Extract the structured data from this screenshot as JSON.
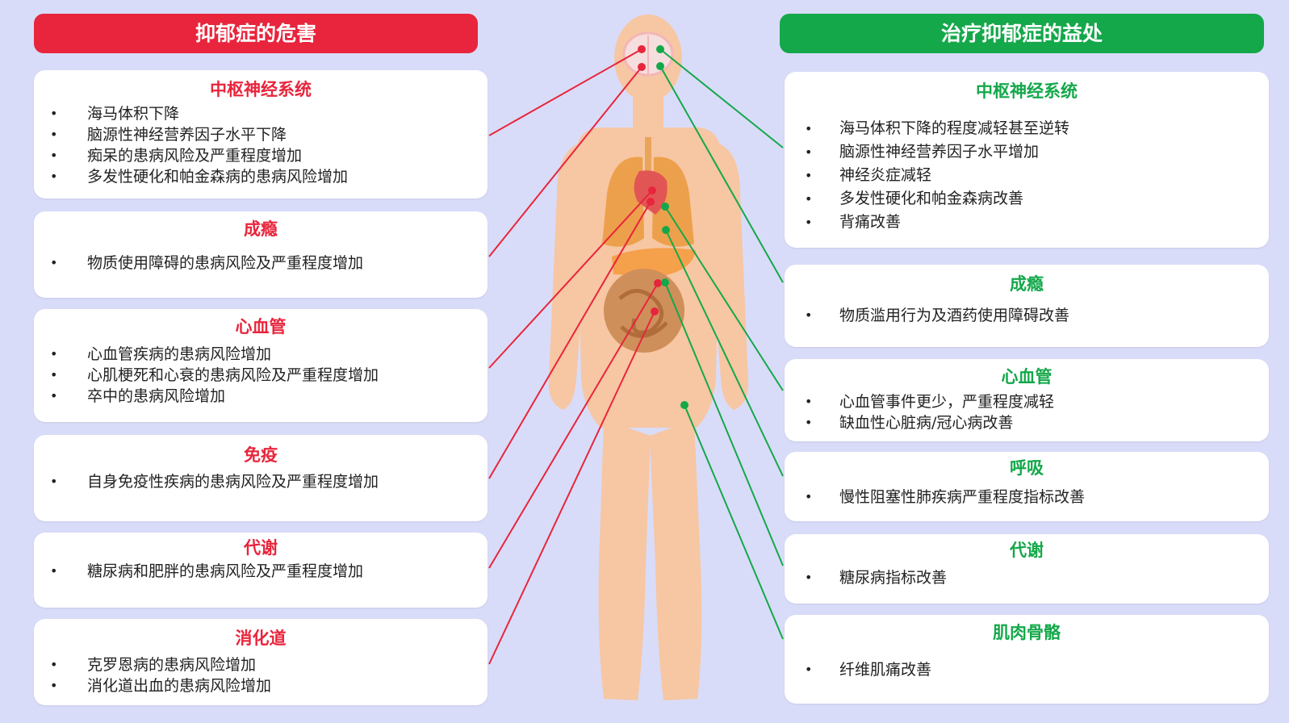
{
  "colors": {
    "harm": "#e8253c",
    "benefit": "#14a84a",
    "body": "#f7c6a3",
    "background": "#d9dcf8"
  },
  "left": {
    "header": "抑郁症的危害",
    "cards": [
      {
        "title": "中枢神经系统",
        "items": [
          "海马体积下降",
          "脑源性神经营养因子水平下降",
          "痴呆的患病风险及严重程度增加",
          "多发性硬化和帕金森病的患病风险增加"
        ]
      },
      {
        "title": "成瘾",
        "items": [
          "物质使用障碍的患病风险及严重程度增加"
        ]
      },
      {
        "title": "心血管",
        "items": [
          "心血管疾病的患病风险增加",
          "心肌梗死和心衰的患病风险及严重程度增加",
          "卒中的患病风险增加"
        ]
      },
      {
        "title": "免疫",
        "items": [
          "自身免疫性疾病的患病风险及严重程度增加"
        ]
      },
      {
        "title": "代谢",
        "items": [
          "糖尿病和肥胖的患病风险及严重程度增加"
        ]
      },
      {
        "title": "消化道",
        "items": [
          "克罗恩病的患病风险增加",
          "消化道出血的患病风险增加"
        ]
      }
    ]
  },
  "right": {
    "header": "治疗抑郁症的益处",
    "cards": [
      {
        "title": "中枢神经系统",
        "items": [
          "海马体积下降的程度减轻甚至逆转",
          "脑源性神经营养因子水平增加",
          "神经炎症减轻",
          "多发性硬化和帕金森病改善",
          "背痛改善"
        ]
      },
      {
        "title": "成瘾",
        "items": [
          "物质滥用行为及酒药使用障碍改善"
        ]
      },
      {
        "title": "心血管",
        "items": [
          "心血管事件更少，严重程度减轻",
          "缺血性心脏病/冠心病改善"
        ]
      },
      {
        "title": "呼吸",
        "items": [
          "慢性阻塞性肺疾病严重程度指标改善"
        ]
      },
      {
        "title": "代谢",
        "items": [
          "糖尿病指标改善"
        ]
      },
      {
        "title": "肌肉骨骼",
        "items": [
          "纤维肌痛改善"
        ]
      }
    ]
  }
}
